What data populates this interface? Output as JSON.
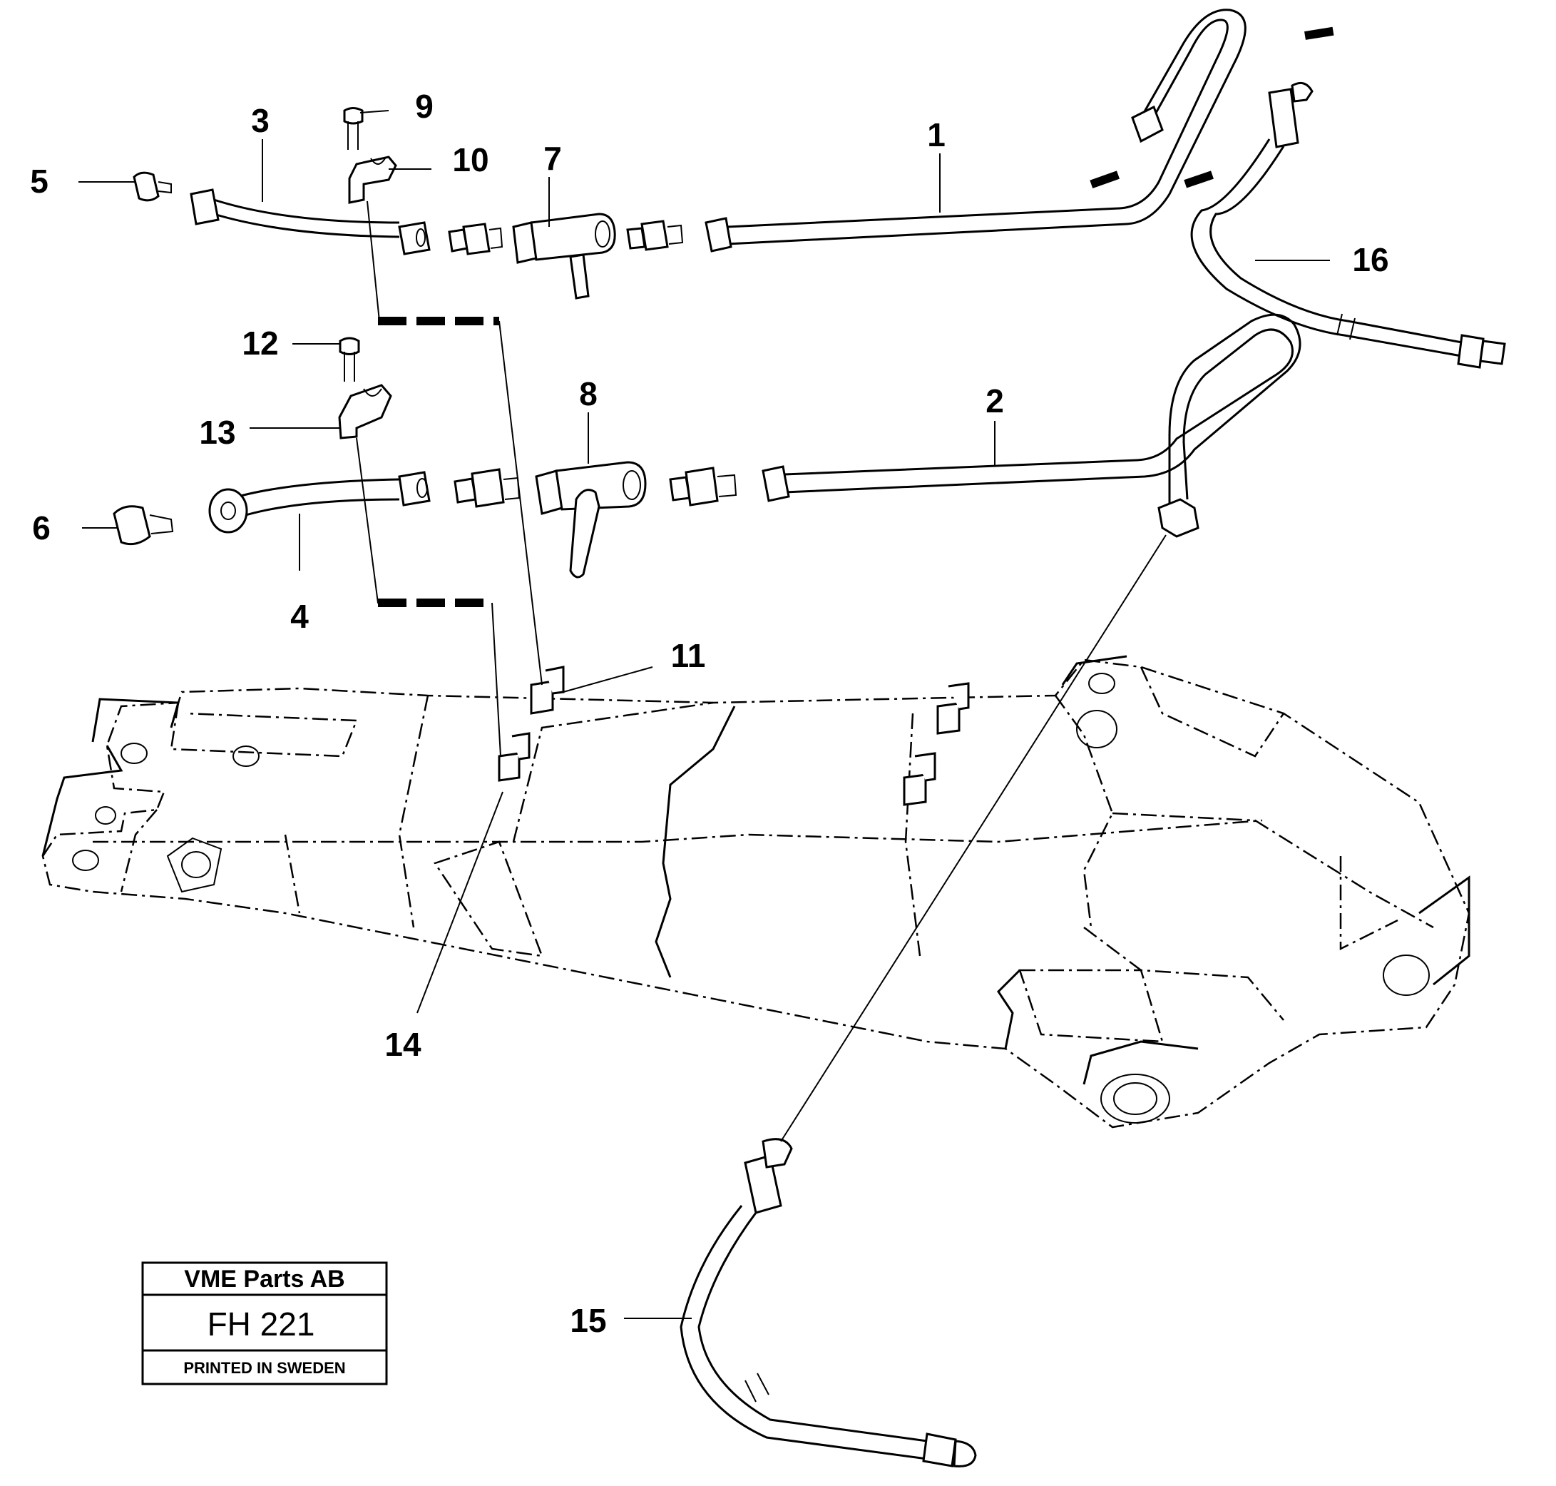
{
  "callouts": {
    "c1": "1",
    "c2": "2",
    "c3": "3",
    "c4": "4",
    "c5": "5",
    "c6": "6",
    "c7": "7",
    "c8": "8",
    "c9": "9",
    "c10": "10",
    "c11": "11",
    "c12": "12",
    "c13": "13",
    "c14": "14",
    "c15": "15",
    "c16": "16"
  },
  "title_box": {
    "company": "VME Parts AB",
    "code": "FH 221",
    "footer": "PRINTED IN SWEDEN"
  }
}
